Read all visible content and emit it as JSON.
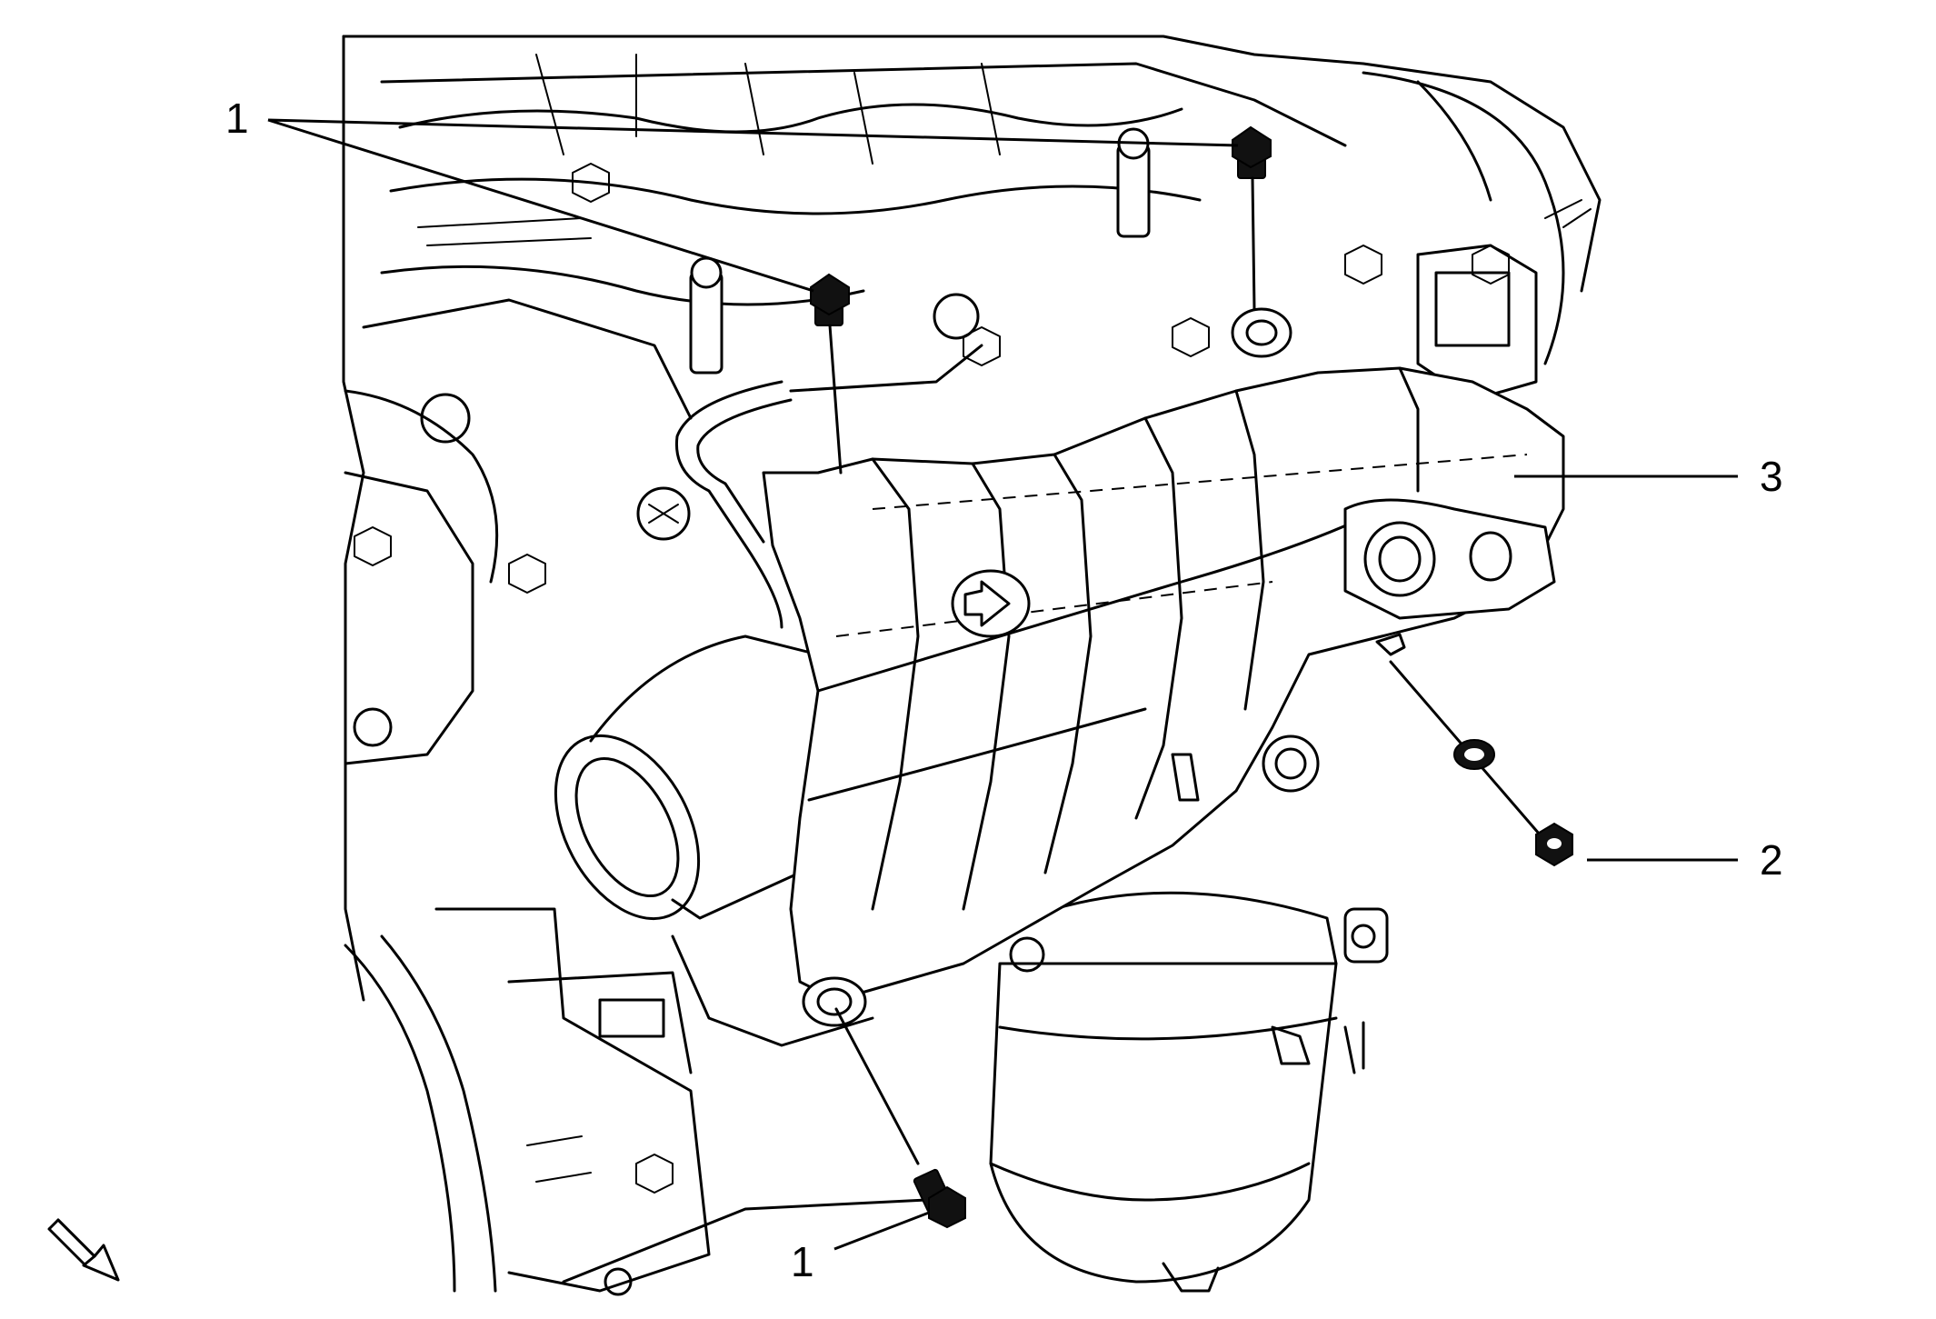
{
  "callouts": [
    {
      "id": "bolt-top",
      "label": "1"
    },
    {
      "id": "bolt-bottom",
      "label": "1"
    },
    {
      "id": "nut",
      "label": "2"
    },
    {
      "id": "shield",
      "label": "3"
    }
  ],
  "icons": {
    "view_direction": "arrow-icon"
  }
}
